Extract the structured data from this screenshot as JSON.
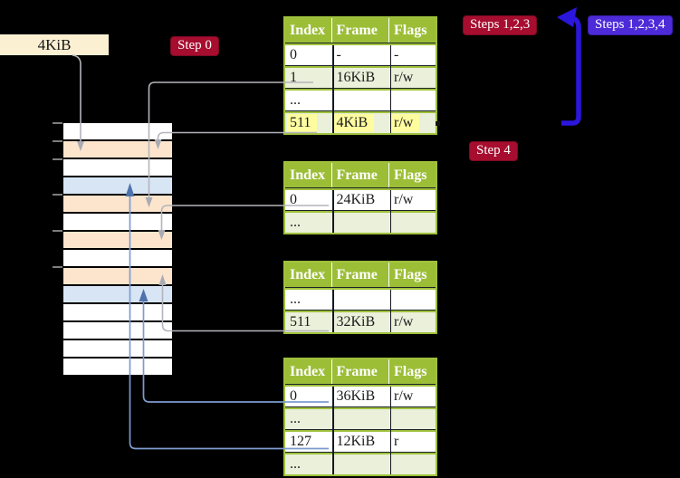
{
  "colors": {
    "background": "#000000",
    "table_header_bg": "#9CBE37",
    "table_border": "#9FC13C",
    "table_row_alt": "#EAF0DA",
    "table_row_white": "#FFFFFF",
    "highlight": "#FEFC9F",
    "cell_text": "#1A1A1A",
    "header_text": "#FFFFFF",
    "badge_red_bg": "#A60D2F",
    "badge_blue_bg": "#4D2BD8",
    "badge_text": "#FFFFFF",
    "page_size_box_bg": "#FBF0D2",
    "memory_white": "#FFFFFF",
    "memory_peach": "#FCE5CC",
    "memory_blue": "#D8E5F4",
    "gray_connector": "#B4B4BC",
    "gray_arrowhead": "#A9ABB4",
    "blue_connector": "#7E9BD0",
    "blue_arrowhead": "#4E72AC",
    "thick_arrow": "#2B16DC",
    "tick": "#7D7D7D"
  },
  "labels": {
    "page_size": "4KiB",
    "step0": "Step 0",
    "steps123": "Steps 1,2,3",
    "steps1234": "Steps 1,2,3,4",
    "step4": "Step 4"
  },
  "tables": [
    {
      "id": "table-1",
      "columns": [
        "Index",
        "Frame",
        "Flags"
      ],
      "rows": [
        {
          "cells": [
            "0",
            "-",
            "-"
          ],
          "shaded": false,
          "highlight": false
        },
        {
          "cells": [
            "1",
            "16KiB",
            "r/w"
          ],
          "shaded": true,
          "highlight": false
        },
        {
          "cells": [
            "...",
            "",
            ""
          ],
          "shaded": false,
          "highlight": false
        },
        {
          "cells": [
            "511",
            "4KiB",
            "r/w"
          ],
          "shaded": true,
          "highlight": true
        }
      ]
    },
    {
      "id": "table-2",
      "columns": [
        "Index",
        "Frame",
        "Flags"
      ],
      "rows": [
        {
          "cells": [
            "0",
            "24KiB",
            "r/w"
          ],
          "shaded": false,
          "highlight": false
        },
        {
          "cells": [
            "...",
            "",
            ""
          ],
          "shaded": true,
          "highlight": false
        }
      ]
    },
    {
      "id": "table-3",
      "columns": [
        "Index",
        "Frame",
        "Flags"
      ],
      "rows": [
        {
          "cells": [
            "...",
            "",
            ""
          ],
          "shaded": false,
          "highlight": false
        },
        {
          "cells": [
            "511",
            "32KiB",
            "r/w"
          ],
          "shaded": true,
          "highlight": false
        }
      ]
    },
    {
      "id": "table-4",
      "columns": [
        "Index",
        "Frame",
        "Flags"
      ],
      "rows": [
        {
          "cells": [
            "0",
            "36KiB",
            "r/w"
          ],
          "shaded": false,
          "highlight": false
        },
        {
          "cells": [
            "...",
            "",
            ""
          ],
          "shaded": true,
          "highlight": false
        },
        {
          "cells": [
            "127",
            "12KiB",
            "r"
          ],
          "shaded": false,
          "highlight": false
        },
        {
          "cells": [
            "...",
            "",
            ""
          ],
          "shaded": true,
          "highlight": false
        }
      ]
    }
  ],
  "memory_column": {
    "rows": [
      "white",
      "peach",
      "white",
      "blue",
      "peach",
      "white",
      "peach",
      "white",
      "peach",
      "blue",
      "white",
      "white",
      "white",
      "white"
    ]
  }
}
